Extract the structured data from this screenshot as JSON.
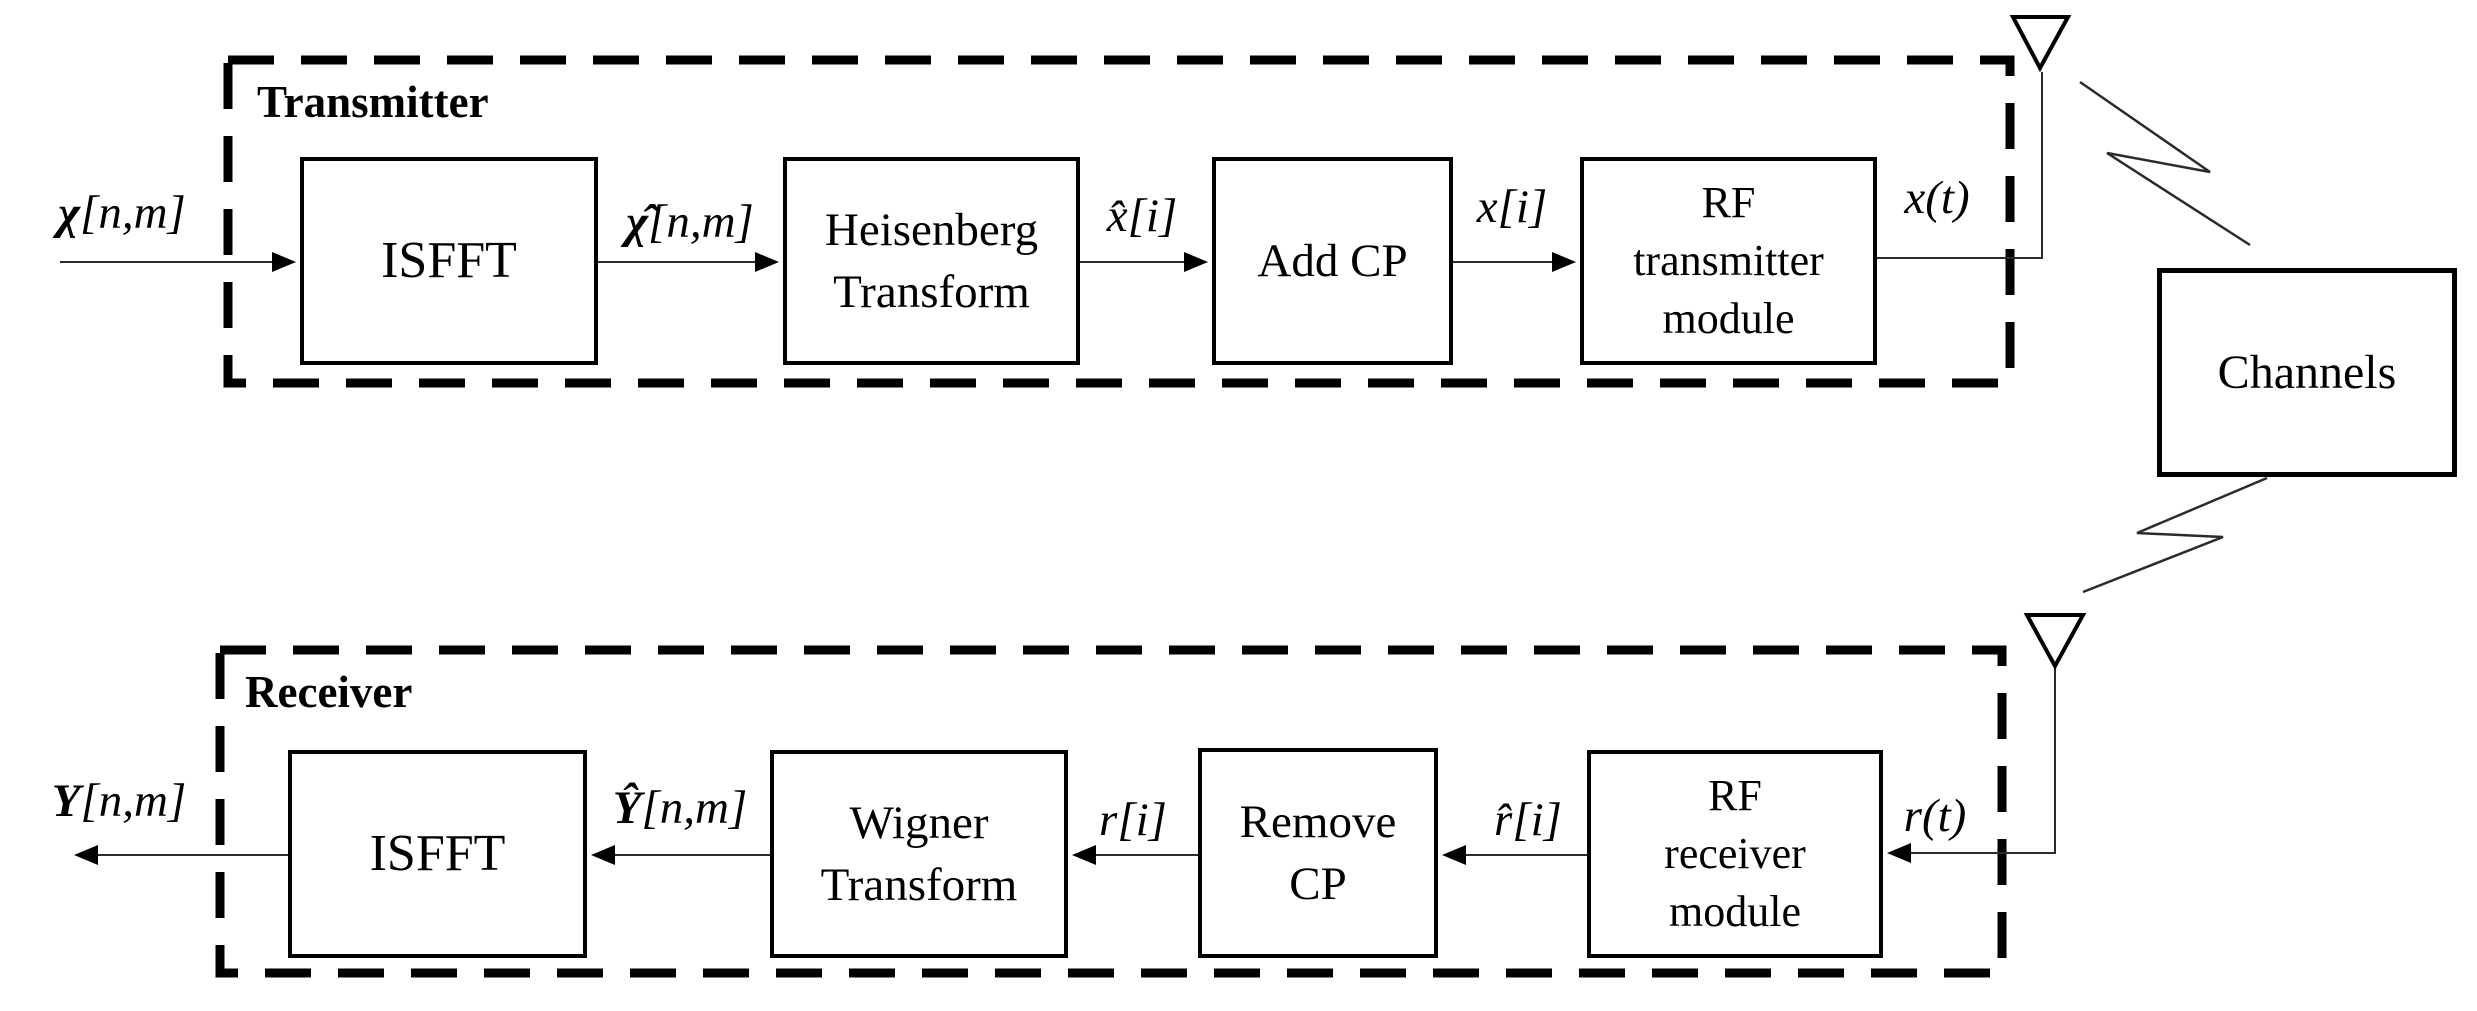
{
  "figure": {
    "type": "block-diagram",
    "description": "OTFS transmitter and receiver chain block diagram"
  },
  "colors": {
    "ink": "#000000",
    "background": "#ffffff",
    "wire": "#2b2b2b"
  },
  "transmitter": {
    "label": "Transmitter",
    "blocks": {
      "isfft": {
        "lines": [
          "ISFFT"
        ]
      },
      "heisenberg": {
        "lines": [
          "Heisenberg",
          "Transform"
        ]
      },
      "add_cp": {
        "lines": [
          "Add CP"
        ]
      },
      "rf": {
        "lines": [
          "RF",
          "transmitter",
          "module"
        ]
      }
    },
    "signals": {
      "input": {
        "sym": "χ",
        "rest": "[n,m]"
      },
      "after_isfft": {
        "sym": "χ̂",
        "rest": "[n,m]"
      },
      "after_heisenberg": "x̂[i]",
      "after_add_cp": "x[i]",
      "output": "x(t)"
    }
  },
  "channel": {
    "label": "Channels"
  },
  "receiver": {
    "label": "Receiver",
    "blocks": {
      "isfft": {
        "lines": [
          "ISFFT"
        ]
      },
      "wigner": {
        "lines": [
          "Wigner",
          "Transform"
        ]
      },
      "remove_cp": {
        "lines": [
          "Remove",
          "CP"
        ]
      },
      "rf": {
        "lines": [
          "RF",
          "receiver",
          "module"
        ]
      }
    },
    "signals": {
      "input": "r(t)",
      "after_rf": "r̂[i]",
      "after_remove_cp": "r[i]",
      "after_wigner": {
        "sym": "Ŷ",
        "rest": "[n,m]"
      },
      "output": {
        "sym": "Y",
        "rest": "[n,m]"
      }
    }
  }
}
